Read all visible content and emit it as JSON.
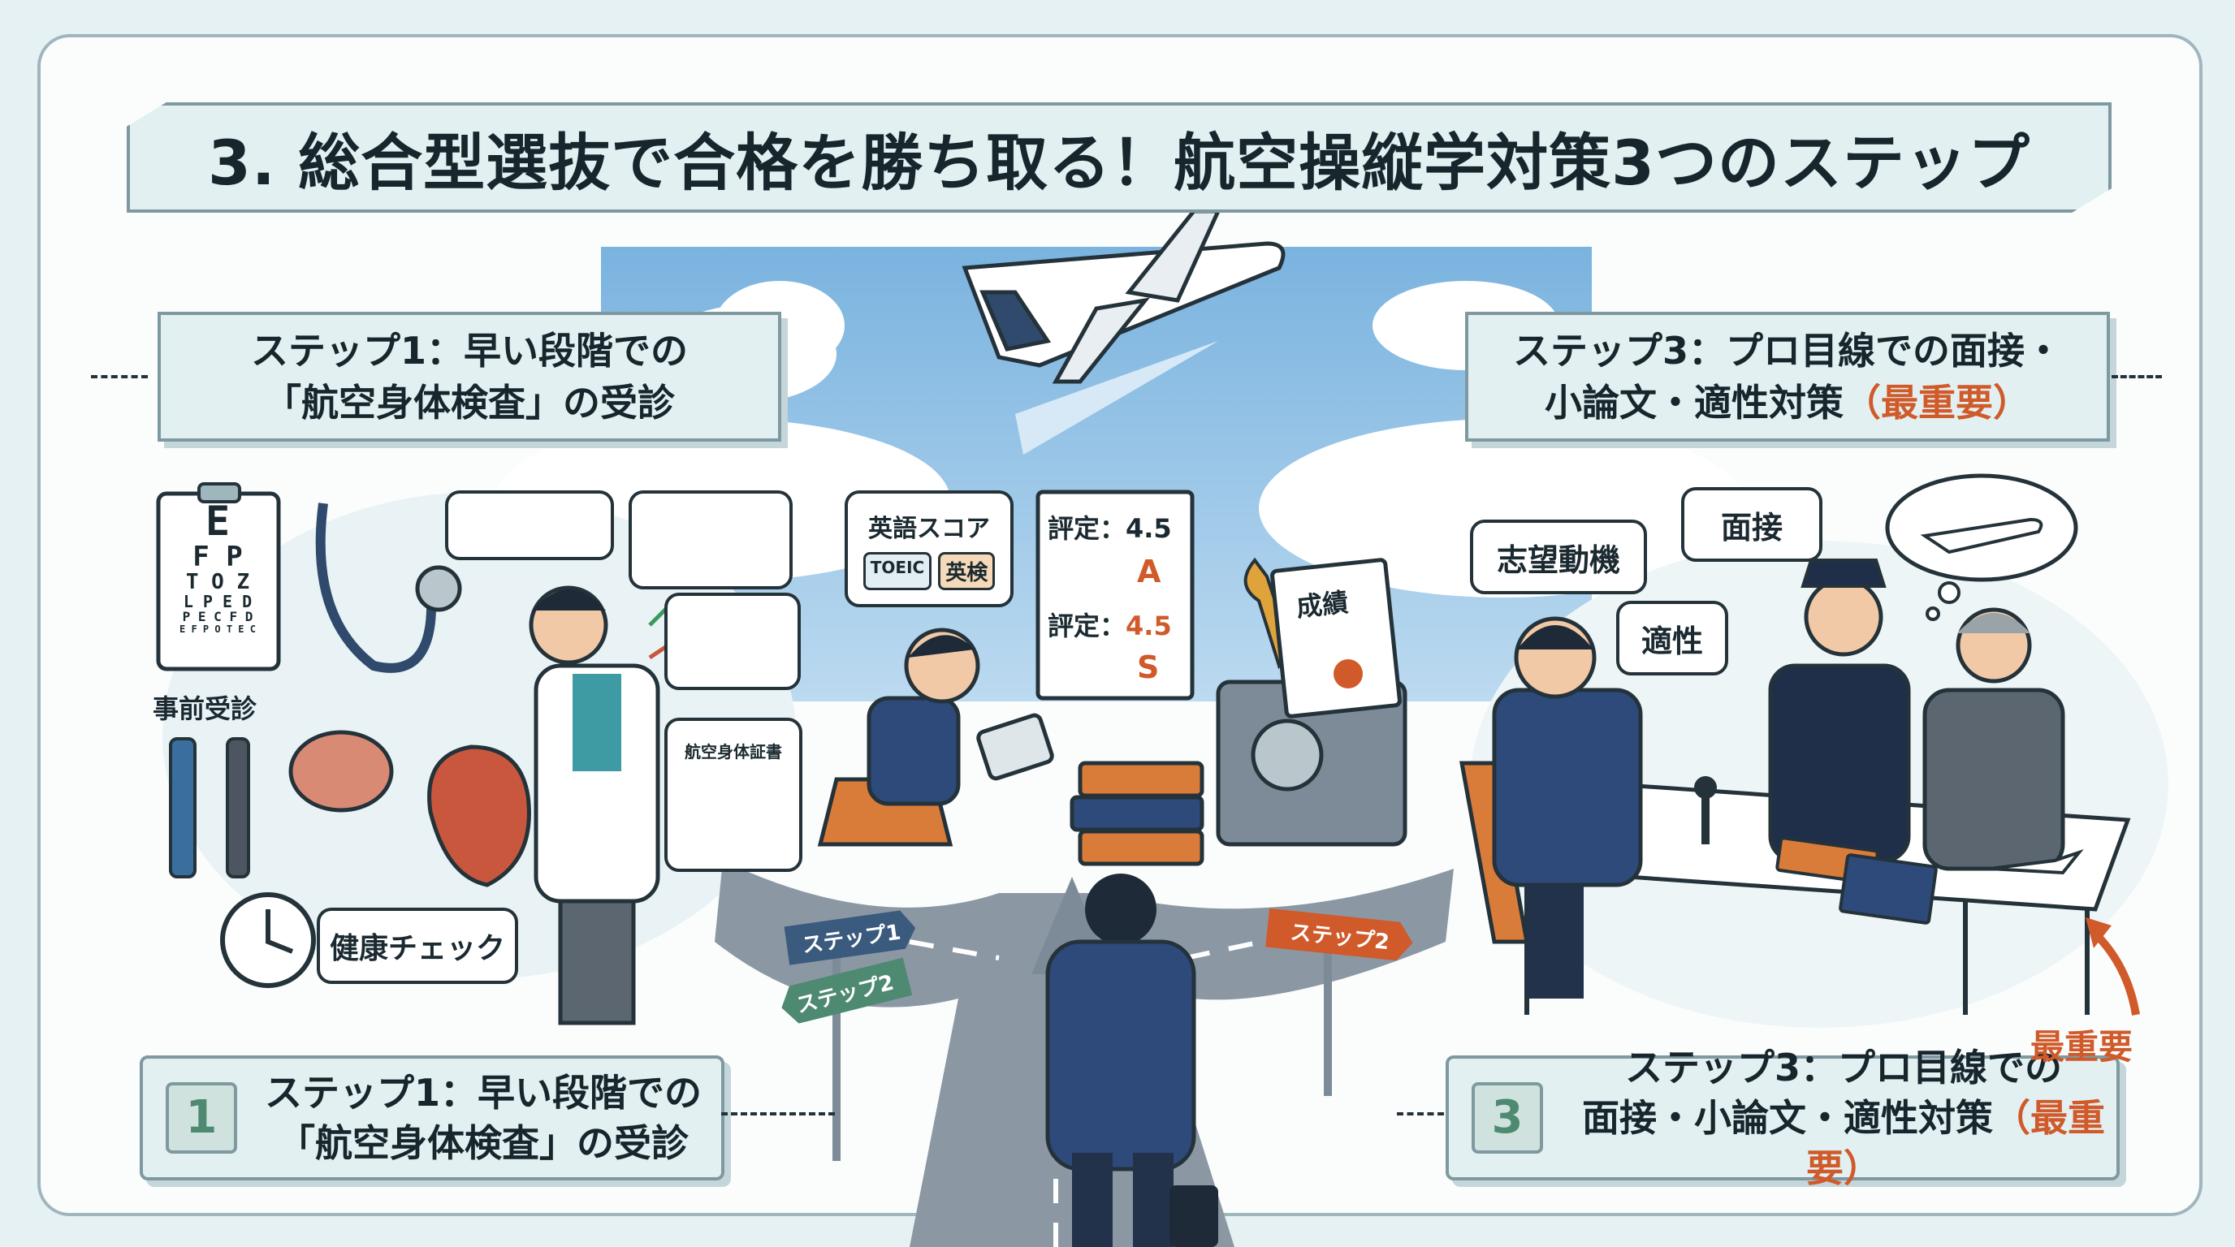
{
  "title": "3. 総合型選抜で合格を勝ち取る！航空操縦学対策3つのステップ",
  "step1": {
    "line1": "ステップ1：早い段階での",
    "line2": "「航空身体検査」の受診",
    "number": "1"
  },
  "step3": {
    "top_line1": "ステップ3：プロ目線での面接・",
    "top_line2": "小論文・適性対策",
    "top_highlight": "（最重要）",
    "bot_line1": "ステップ3：プロ目線での",
    "bot_line2": "面接・小論文・適性対策",
    "bot_highlight": "（最重要）",
    "number": "3"
  },
  "eye_chart": [
    "E",
    "F P",
    "T O Z",
    "L P E D",
    "P E C F D",
    "E F P O T E C"
  ],
  "labels": {
    "pre_exam": "事前受診",
    "health_check": "健康チェック",
    "certificate": "航空身体証書",
    "english_score": "英語スコア",
    "toeic": "TOEIC",
    "eiken": "英検",
    "rating1": "評定：4.5",
    "grade_a": "A",
    "rating2_prefix": "評定：",
    "rating2_value": "4.5",
    "grade_s": "S",
    "seiseki": "成績",
    "motivation": "志望動機",
    "interview": "面接",
    "aptitude": "適性",
    "most_important": "最重要"
  },
  "signs": {
    "step1": "ステップ1",
    "step2_left": "ステップ2",
    "step2_right": "ステップ2"
  },
  "colors": {
    "accent": "#d05a2a",
    "number_green": "#4e8a72",
    "frame": "#9fb6bd"
  }
}
